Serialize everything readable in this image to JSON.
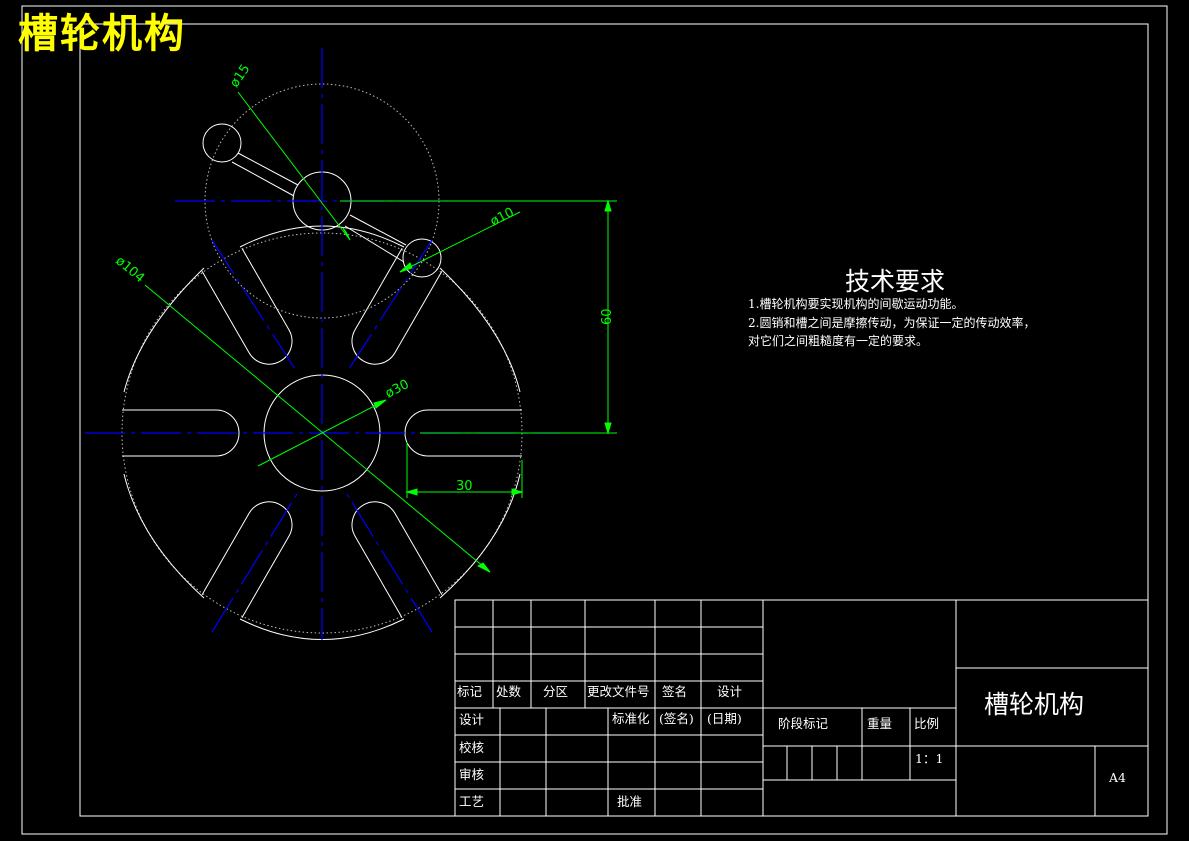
{
  "page_title": "槽轮机构",
  "dimensions": {
    "d15": "ø15",
    "d10": "ø10",
    "d104": "ø104",
    "d30": "ø30",
    "v60": "60",
    "h30": "30"
  },
  "tech_requirements": {
    "title": "技术要求",
    "lines": [
      "1.槽轮机构要实现机构的间歇运动功能。",
      "2.圆销和槽之间是摩擦传动，为保证一定的传动效率，",
      "对它们之间粗糙度有一定的要求。"
    ]
  },
  "title_block": {
    "rev_headers": [
      "标记",
      "处数",
      "分区",
      "更改文件号",
      "签名",
      "设计"
    ],
    "row_design": "设计",
    "row_check": "校核",
    "row_review": "审核",
    "row_process": "工艺",
    "standardize": "标准化",
    "sign": "(签名)",
    "date": "(日期)",
    "approve": "批准",
    "stage_mark": "阶段标记",
    "weight": "重量",
    "scale_label": "比例",
    "scale_value": "1：1",
    "drawing_name": "槽轮机构",
    "sheet_size": "A4"
  },
  "colors": {
    "outline": "#ffffff",
    "centerline": "#0000ff",
    "dimension": "#00ff00",
    "title": "#ffff00"
  }
}
